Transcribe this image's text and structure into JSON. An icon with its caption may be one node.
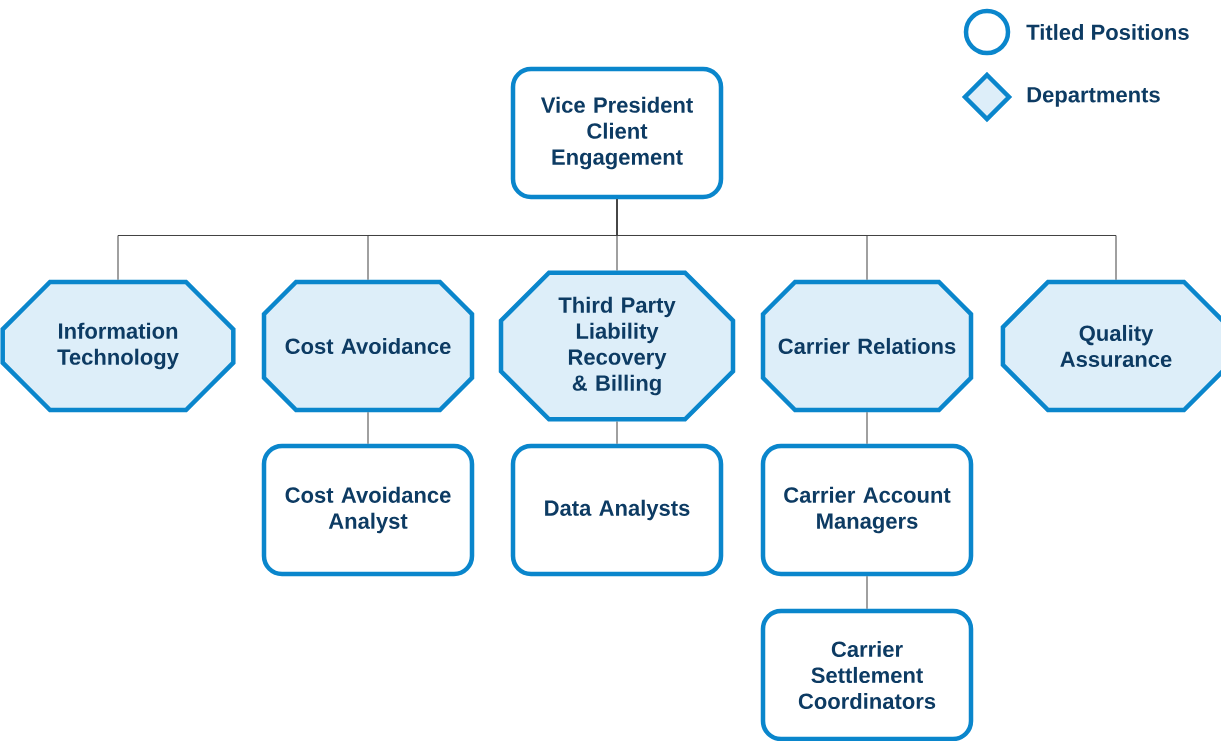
{
  "diagram": {
    "nodes": [
      {
        "text": [
          "Vice President Client Engagement"
        ]
      },
      {
        "text": [
          "Information Technology"
        ]
      },
      {
        "text": [
          "Cost Avoidance"
        ]
      },
      {
        "text": [
          "Third Party Liability Recovery & Billing"
        ]
      },
      {
        "text": [
          "Carrier Relations"
        ]
      },
      {
        "text": [
          "Quality Assurance"
        ]
      },
      {
        "text": [
          "Cost Avoidance Analyst"
        ]
      },
      {
        "text": [
          "Data Analysts"
        ]
      },
      {
        "text": [
          "Carrier Account Managers"
        ]
      },
      {
        "text": [
          "Carrier Settlement Coordinators"
        ]
      }
    ],
    "edges": [
      {
        "from": 0,
        "to": 1,
        "arrow": "none"
      },
      {
        "from": 0,
        "to": 2,
        "arrow": "none"
      },
      {
        "from": 0,
        "to": 3,
        "arrow": "none"
      },
      {
        "from": 0,
        "to": 4,
        "arrow": "none"
      },
      {
        "from": 0,
        "to": 5,
        "arrow": "none"
      },
      {
        "from": 2,
        "to": 6,
        "arrow": "none"
      },
      {
        "from": 3,
        "to": 7,
        "arrow": "none"
      },
      {
        "from": 4,
        "to": 8,
        "arrow": "none"
      },
      {
        "from": 8,
        "to": 9,
        "arrow": "none"
      }
    ],
    "legend": [
      {
        "text": "Titled Positions"
      },
      {
        "text": "Departments"
      }
    ]
  }
}
